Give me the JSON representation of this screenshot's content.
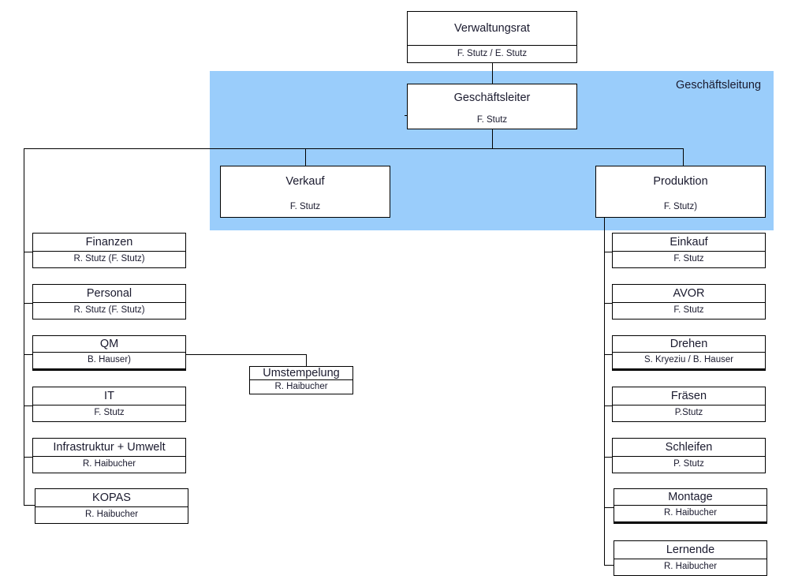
{
  "band": {
    "label": "Geschäftsleitung",
    "color": "#9ACDFB"
  },
  "nodes": {
    "verwaltungsrat": {
      "title": "Verwaltungsrat",
      "person": "F. Stutz / E. Stutz"
    },
    "geschaeftsleiter": {
      "title": "Geschäftsleiter",
      "person": "F. Stutz"
    },
    "verkauf": {
      "title": "Verkauf",
      "person": "F. Stutz"
    },
    "produktion": {
      "title": "Produktion",
      "person": "F. Stutz)"
    },
    "finanzen": {
      "title": "Finanzen",
      "person": "R. Stutz (F. Stutz)"
    },
    "personal": {
      "title": "Personal",
      "person": "R. Stutz (F. Stutz)"
    },
    "qm": {
      "title": "QM",
      "person": "B. Hauser)"
    },
    "it": {
      "title": "IT",
      "person": "F. Stutz"
    },
    "infrastruktur": {
      "title": "Infrastruktur + Umwelt",
      "person": "R. Haibucher"
    },
    "kopas": {
      "title": "KOPAS",
      "person": "R. Haibucher"
    },
    "umstempelung": {
      "title": "Umstempelung",
      "person": "R. Haibucher"
    },
    "einkauf": {
      "title": "Einkauf",
      "person": "F. Stutz"
    },
    "avor": {
      "title": "AVOR",
      "person": "F. Stutz"
    },
    "drehen": {
      "title": "Drehen",
      "person": "S. Kryeziu / B. Hauser"
    },
    "fraesen": {
      "title": "Fräsen",
      "person": "P.Stutz"
    },
    "schleifen": {
      "title": "Schleifen",
      "person": "P. Stutz"
    },
    "montage": {
      "title": "Montage",
      "person": "R. Haibucher"
    },
    "lernende": {
      "title": "Lernende",
      "person": "R. Haibucher"
    }
  }
}
